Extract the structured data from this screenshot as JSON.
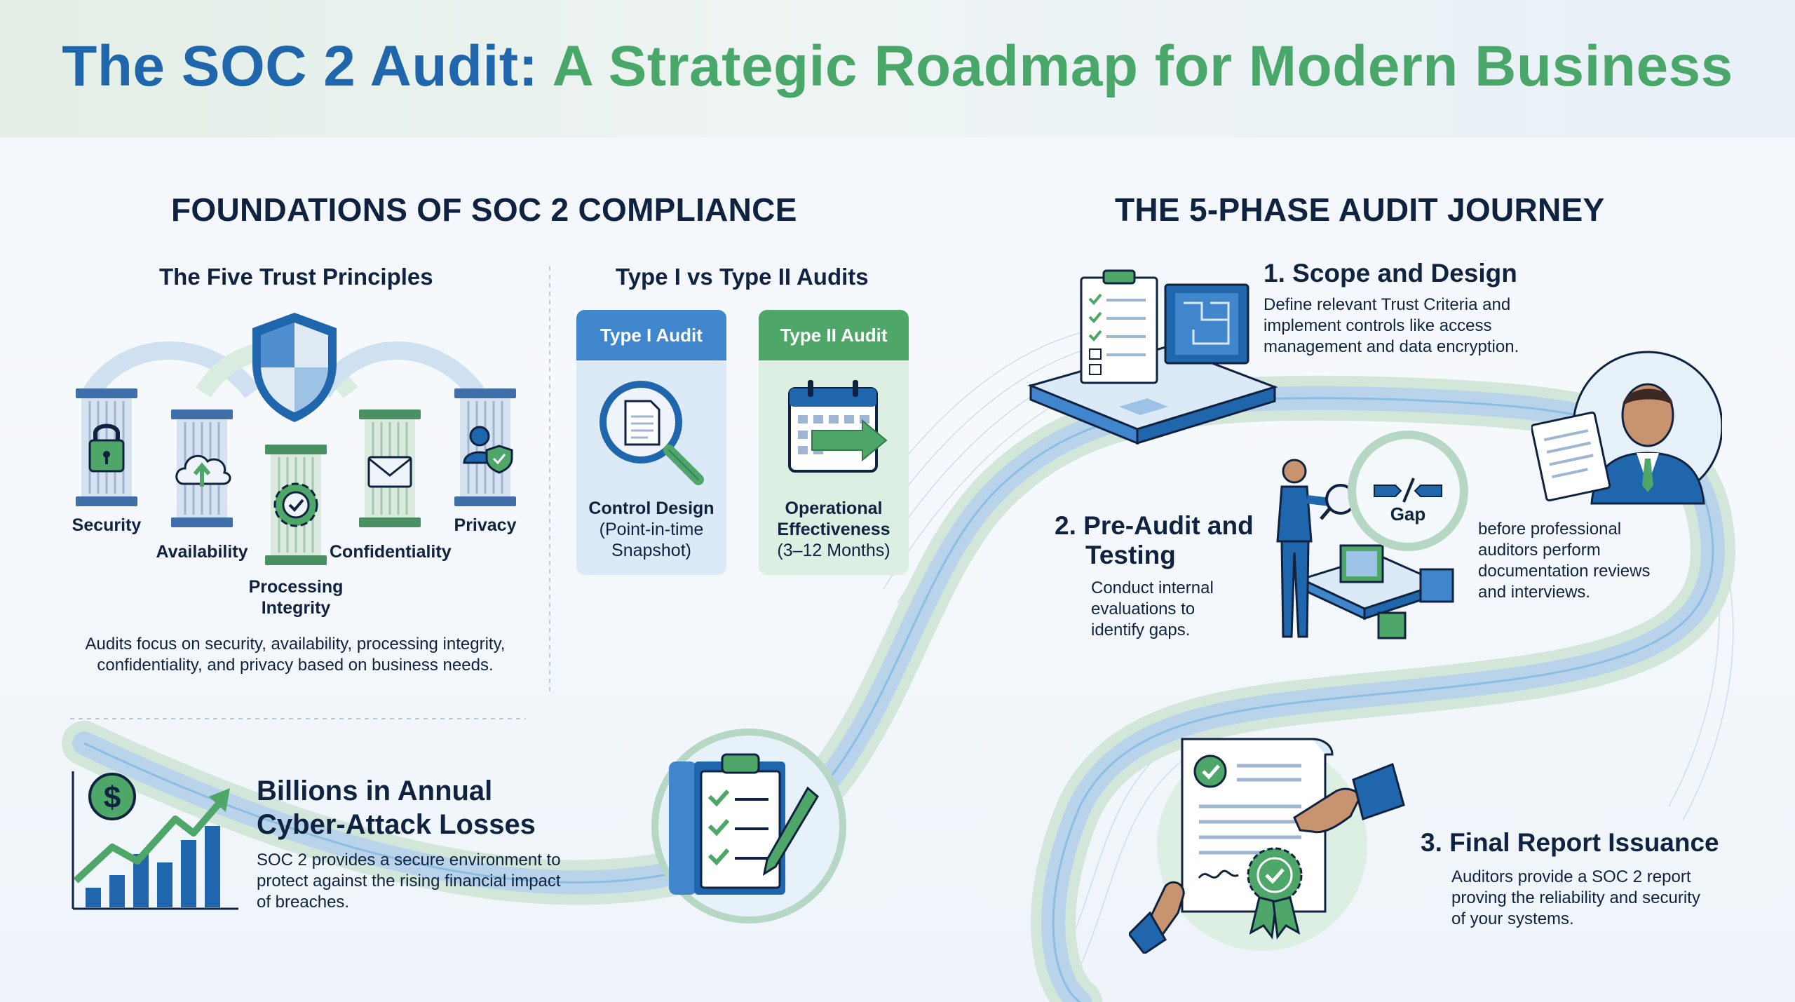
{
  "title": {
    "part1": "The SOC 2 Audit:",
    "part2": "A Strategic Roadmap for Modern Business"
  },
  "foundations": {
    "heading": "FOUNDATIONS OF SOC 2 COMPLIANCE",
    "principles": {
      "heading": "The Five Trust Principles",
      "items": [
        {
          "label": "Security",
          "icon": "lock-icon"
        },
        {
          "label": "Availability",
          "icon": "cloud-upload-icon"
        },
        {
          "label": "Processing Integrity",
          "icon": "gear-check-icon"
        },
        {
          "label": "Confidentiality",
          "icon": "envelope-icon"
        },
        {
          "label": "Privacy",
          "icon": "user-shield-icon"
        }
      ],
      "description": "Audits focus on security, availability, processing integrity, confidentiality, and privacy based on business needs."
    },
    "audit_types": {
      "heading": "Type I vs Type II Audits",
      "type1": {
        "title": "Type I Audit",
        "line1": "Control Design",
        "line2": "(Point-in-time",
        "line3": "Snapshot)"
      },
      "type2": {
        "title": "Type II Audit",
        "line1": "Operational",
        "line2": "Effectiveness",
        "line3": "(3–12 Months)"
      }
    },
    "losses": {
      "heading_line1": "Billions in Annual",
      "heading_line2": "Cyber-Attack Losses",
      "description": "SOC 2 provides a secure environment to protect against the rising financial impact of breaches."
    }
  },
  "journey": {
    "heading": "THE 5-PHASE AUDIT JOURNEY",
    "phase1": {
      "title": "1. Scope and Design",
      "description": "Define relevant Trust Criteria and implement controls like access management and data encryption."
    },
    "phase2": {
      "title_line1": "2. Pre-Audit and",
      "title_line2": "Testing",
      "description": "Conduct internal evaluations to identify gaps.",
      "gap_label": "Gap"
    },
    "auditor_note": "before professional auditors perform documentation reviews and interviews.",
    "phase3": {
      "title": "3. Final Report Issuance",
      "description": "Auditors provide a SOC 2 report proving the reliability and security of your systems."
    }
  },
  "colors": {
    "title_blue": "#1f66ad",
    "title_green": "#4aa76a",
    "type1_blue": "#3f86cc",
    "type2_green": "#4ea769",
    "navy": "#0f2340"
  }
}
